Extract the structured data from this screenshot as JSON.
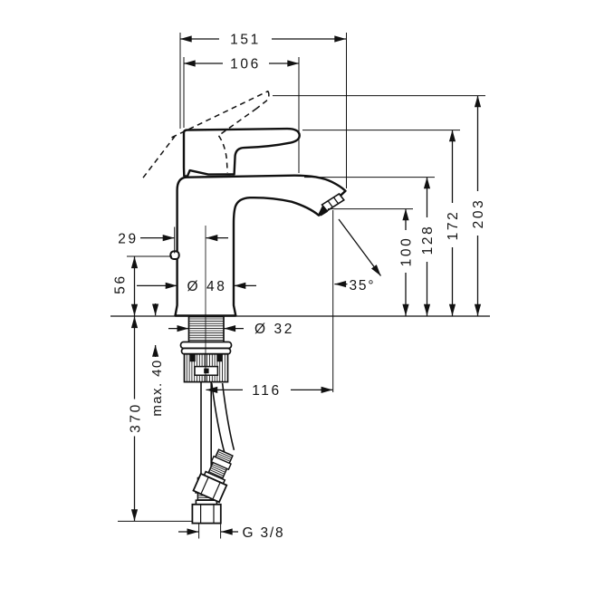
{
  "drawing": {
    "line_color": "#111111",
    "background": "#ffffff",
    "dims": {
      "total_width": "151",
      "spout_width": "106",
      "front_offset": "29",
      "body_height": "56",
      "body_diameter": "Ø 48",
      "shank_diameter": "Ø 32",
      "spout_angle": "35°",
      "spout_outlet_height": "100",
      "spout_top_height": "128",
      "handle_height": "172",
      "handle_raised_height": "203",
      "max_mounting_thickness": "max. 40",
      "hose_length": "370",
      "spout_reach": "116",
      "thread_size": "G 3/8"
    }
  }
}
